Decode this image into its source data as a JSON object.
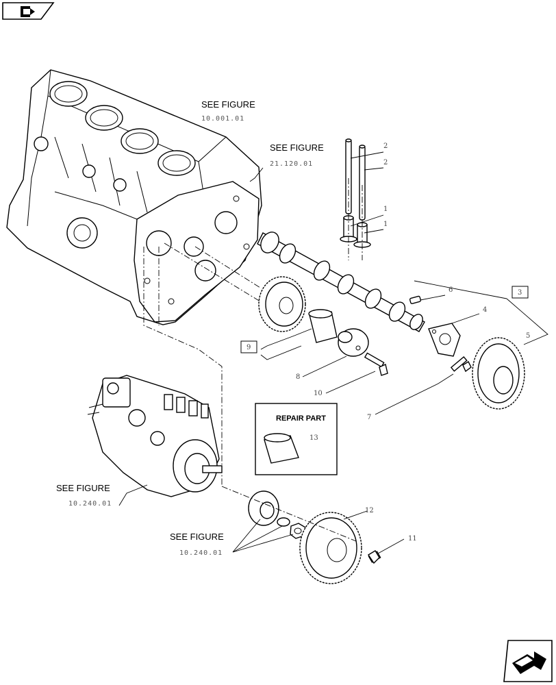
{
  "nav": {
    "prev_icon": "back-arrow-icon",
    "next_icon": "forward-arrow-icon"
  },
  "labels": {
    "see_figure": "SEE FIGURE",
    "repair_part": "REPAIR PART"
  },
  "references": {
    "block": "10.001.01",
    "plate": "21.120.01",
    "pump": "10.240.01",
    "drive": "10.240.01"
  },
  "callouts": {
    "c1a": "1",
    "c1b": "1",
    "c2a": "2",
    "c2b": "2",
    "c3": "3",
    "c4": "4",
    "c5": "5",
    "c6": "6",
    "c7": "7",
    "c8": "8",
    "c9": "9",
    "c10": "10",
    "c11": "11",
    "c12": "12",
    "c13": "13"
  }
}
